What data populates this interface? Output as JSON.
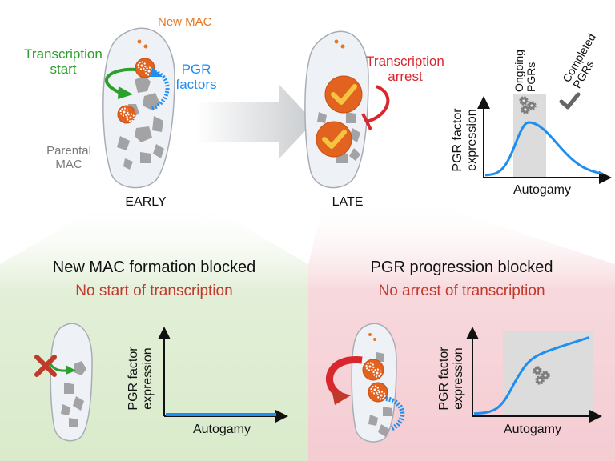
{
  "colors": {
    "green": "#2ca02c",
    "blue": "#1f8ef1",
    "orange": "#e87722",
    "red": "#d9272e",
    "grey_text": "#7a7a7a",
    "dark_red_text": "#c0392b",
    "panel_green": "#ddecd0",
    "panel_pink": "#f6d1d6"
  },
  "top": {
    "new_mac_label": "New MAC",
    "transcription_start_line1": "Transcription",
    "transcription_start_line2": "start",
    "pgr_factors_line1": "PGR",
    "pgr_factors_line2": "factors",
    "parental_mac_line1": "Parental",
    "parental_mac_line2": "MAC",
    "early_label": "EARLY",
    "late_label": "LATE",
    "transcription_arrest_line1": "Transcription",
    "transcription_arrest_line2": "arrest",
    "icons": [
      "gears-icon",
      "checkmark-icon",
      "red-cross-icon"
    ]
  },
  "top_chart": {
    "ongoing_line1": "Ongoing",
    "ongoing_line2": "PGRs",
    "completed_line1": "Completed",
    "completed_line2": "PGRs",
    "ylabel_line1": "PGR factor",
    "ylabel_line2": "expression",
    "xlabel": "Autogamy"
  },
  "left_panel": {
    "title": "New MAC formation blocked",
    "subtitle": "No start of transcription",
    "ylabel_line1": "PGR factor",
    "ylabel_line2": "expression",
    "xlabel": "Autogamy"
  },
  "right_panel": {
    "title": "PGR progression blocked",
    "subtitle": "No arrest of transcription",
    "ylabel_line1": "PGR factor",
    "ylabel_line2": "expression",
    "xlabel": "Autogamy"
  }
}
